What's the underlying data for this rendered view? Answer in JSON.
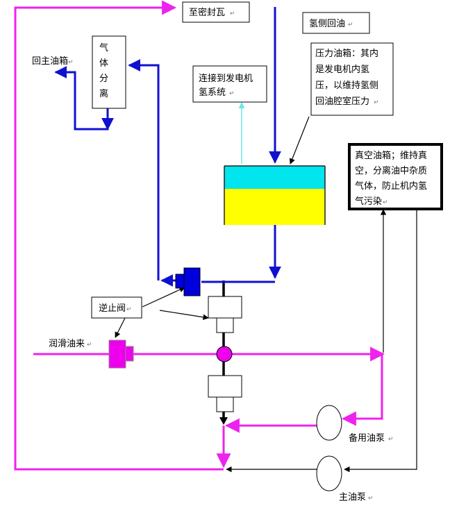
{
  "labels": {
    "to_seal_bearing": "至密封瓦",
    "hydrogen_side_return": "氢侧回油",
    "pressure_tank": [
      "压力油箱：其内",
      "是发电机内氢",
      "压，以维持氢侧",
      "回油腔室压力"
    ],
    "connect_generator": [
      "连接到发电机",
      "氢系统"
    ],
    "gas_separation": [
      "气",
      "体",
      "分",
      "离"
    ],
    "return_main_tank": "回主油箱",
    "vacuum_tank": [
      "真空油箱；维持真",
      "空，分离油中杂质",
      "气体，防止机内氢",
      "气污染"
    ],
    "check_valve": "逆止阀",
    "lubricating_oil_in": "润滑油来",
    "standby_pump": "备用油泵",
    "main_pump": "主油泵"
  },
  "paragraph_mark": "↵",
  "colors": {
    "blue_line": "#1010d0",
    "magenta_line": "#ee22ee",
    "cyan_line": "#66e8e8",
    "tank_cyan": "#00e5ee",
    "tank_yellow": "#ffff00",
    "valve_blue": "#0000dd",
    "valve_magenta": "#ee00ee",
    "black": "#000000"
  }
}
